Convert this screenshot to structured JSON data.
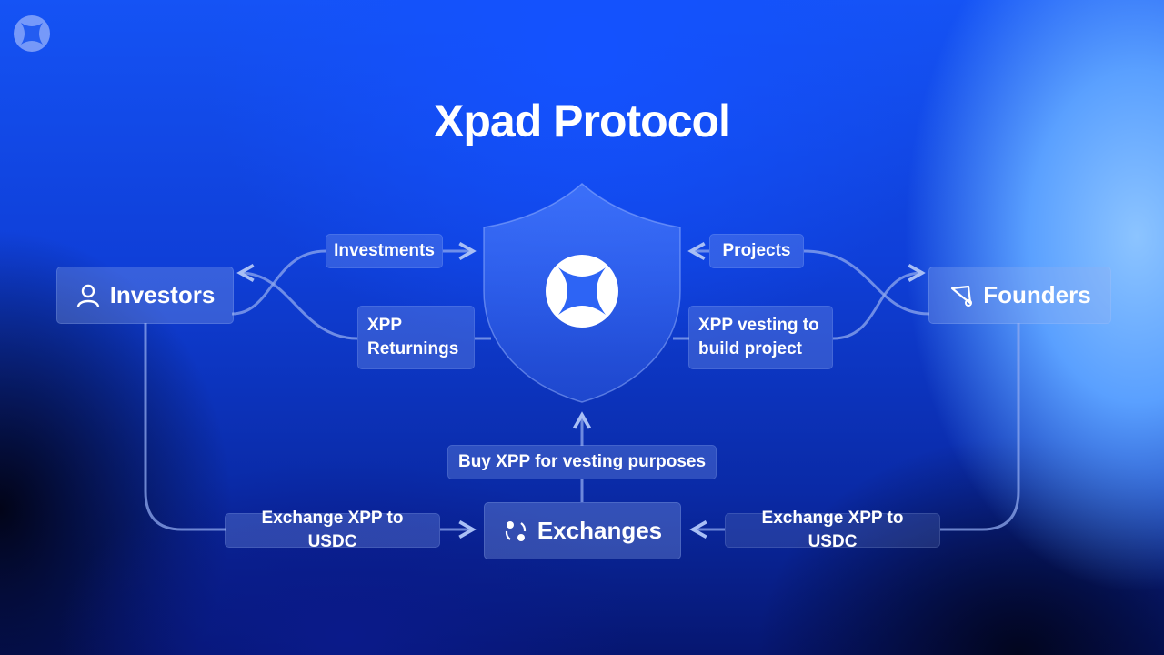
{
  "title": "Xpad Protocol",
  "colors": {
    "accent": "#1553f5",
    "line": "#9fb6f5"
  },
  "nodes": {
    "investors": {
      "label": "Investors",
      "icon": "user-icon"
    },
    "founders": {
      "label": "Founders",
      "icon": "rocket-icon"
    },
    "exchanges": {
      "label": "Exchanges",
      "icon": "exchange-icon"
    },
    "protocol": {
      "icon": "xpad-logo-icon"
    }
  },
  "flows": {
    "investments": "Investments",
    "xpp_returnings": "XPP Returnings",
    "projects": "Projects",
    "xpp_vesting": "XPP vesting to build project",
    "buy_xpp": "Buy XPP for vesting purposes",
    "exchange_left": "Exchange XPP to USDC",
    "exchange_right": "Exchange XPP to USDC"
  }
}
